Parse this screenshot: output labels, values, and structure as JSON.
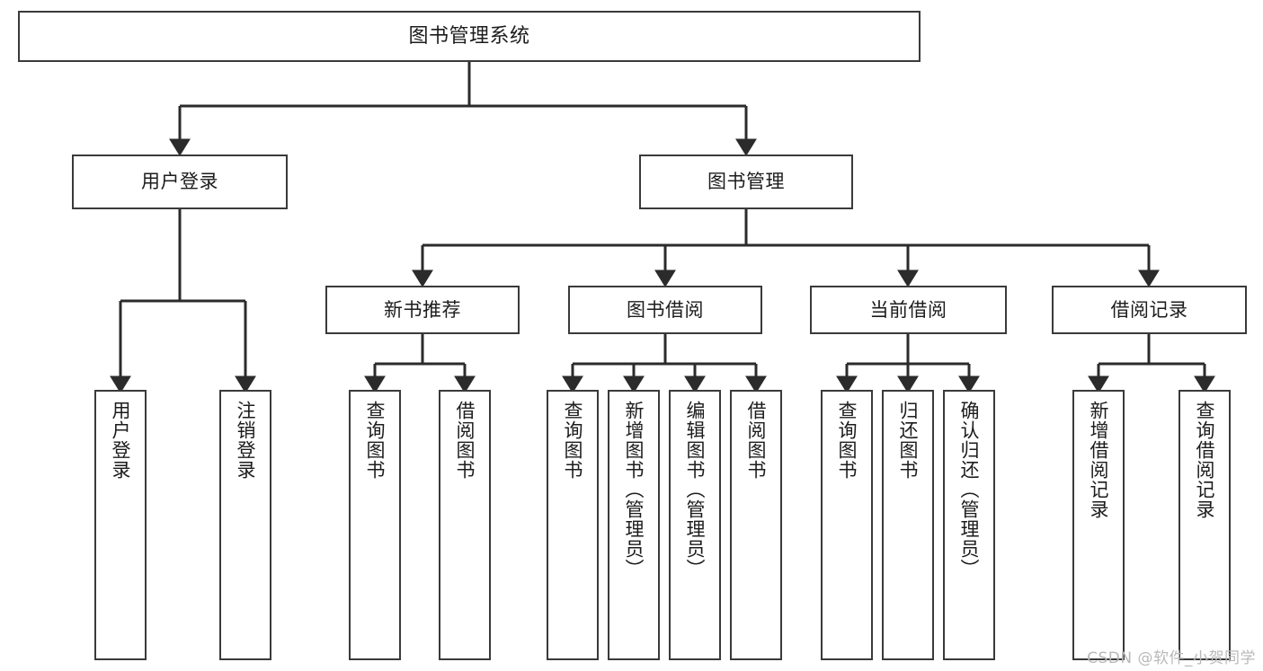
{
  "diagram": {
    "title": "图书管理系统",
    "type": "tree",
    "watermark": "CSDN @软件_小贺同学",
    "colors": {
      "border": "#3a3a3a",
      "background": "#ffffff",
      "text": "#1c1c1c",
      "edge": "#2b2b2b",
      "watermark": "#b9b9b9"
    },
    "nodes": {
      "root": {
        "label": "图书管理系统"
      },
      "level1": [
        {
          "label": "用户登录"
        },
        {
          "label": "图书管理"
        }
      ],
      "level2": [
        {
          "label": "新书推荐"
        },
        {
          "label": "图书借阅"
        },
        {
          "label": "当前借阅"
        },
        {
          "label": "借阅记录"
        }
      ],
      "leaves": {
        "user_login": [
          {
            "label": "用户登录"
          },
          {
            "label": "注销登录"
          }
        ],
        "new_book_recommend": [
          {
            "label": "查询图书"
          },
          {
            "label": "借阅图书"
          }
        ],
        "book_borrow": [
          {
            "label": "查询图书"
          },
          {
            "label": "新增图书（管理员）"
          },
          {
            "label": "编辑图书（管理员）"
          },
          {
            "label": "借阅图书"
          }
        ],
        "current_borrow": [
          {
            "label": "查询图书"
          },
          {
            "label": "归还图书"
          },
          {
            "label": "确认归还（管理员）"
          }
        ],
        "borrow_record": [
          {
            "label": "新增借阅记录"
          },
          {
            "label": "查询借阅记录"
          }
        ]
      }
    }
  }
}
